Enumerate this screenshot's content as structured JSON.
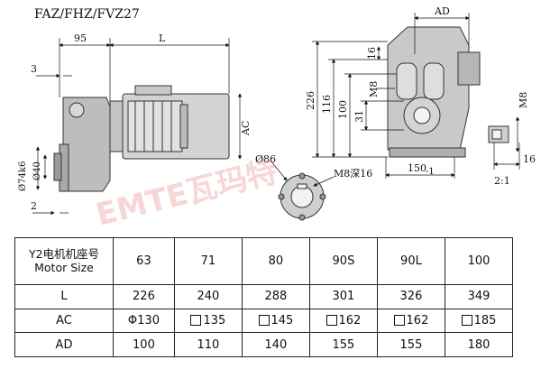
{
  "title": "FAZ/FHZ/FVZ27",
  "dims": {
    "w95": "95",
    "L": "L",
    "three": "3",
    "AC": "AC",
    "AD": "AD",
    "phi74": "Ø74k6",
    "phi40": "Ø40",
    "two": "2",
    "h226": "226",
    "h116": "116",
    "h100": "100",
    "h31": "31",
    "h16": "16",
    "m8": "M8",
    "w150": "150",
    "w150sub": "-1",
    "phi86": "Ø86",
    "m8depth": "M8深16",
    "keyw16": "16",
    "keyM8": "M8",
    "ratio": "2:1"
  },
  "watermark": "EMTE瓦玛特",
  "table": {
    "header_label": "Y2电机机座号",
    "header_label_en": "Motor Size",
    "sizes": [
      "63",
      "71",
      "80",
      "90S",
      "90L",
      "100"
    ],
    "rows": [
      {
        "label": "L",
        "values": [
          "226",
          "240",
          "288",
          "301",
          "326",
          "349"
        ]
      },
      {
        "label": "AC",
        "values": [
          "Φ130",
          "135",
          "145",
          "162",
          "162",
          "185"
        ],
        "symbols": [
          "phi",
          "box",
          "box",
          "box",
          "box",
          "box"
        ]
      },
      {
        "label": "AD",
        "values": [
          "100",
          "110",
          "140",
          "155",
          "155",
          "180"
        ]
      }
    ]
  }
}
